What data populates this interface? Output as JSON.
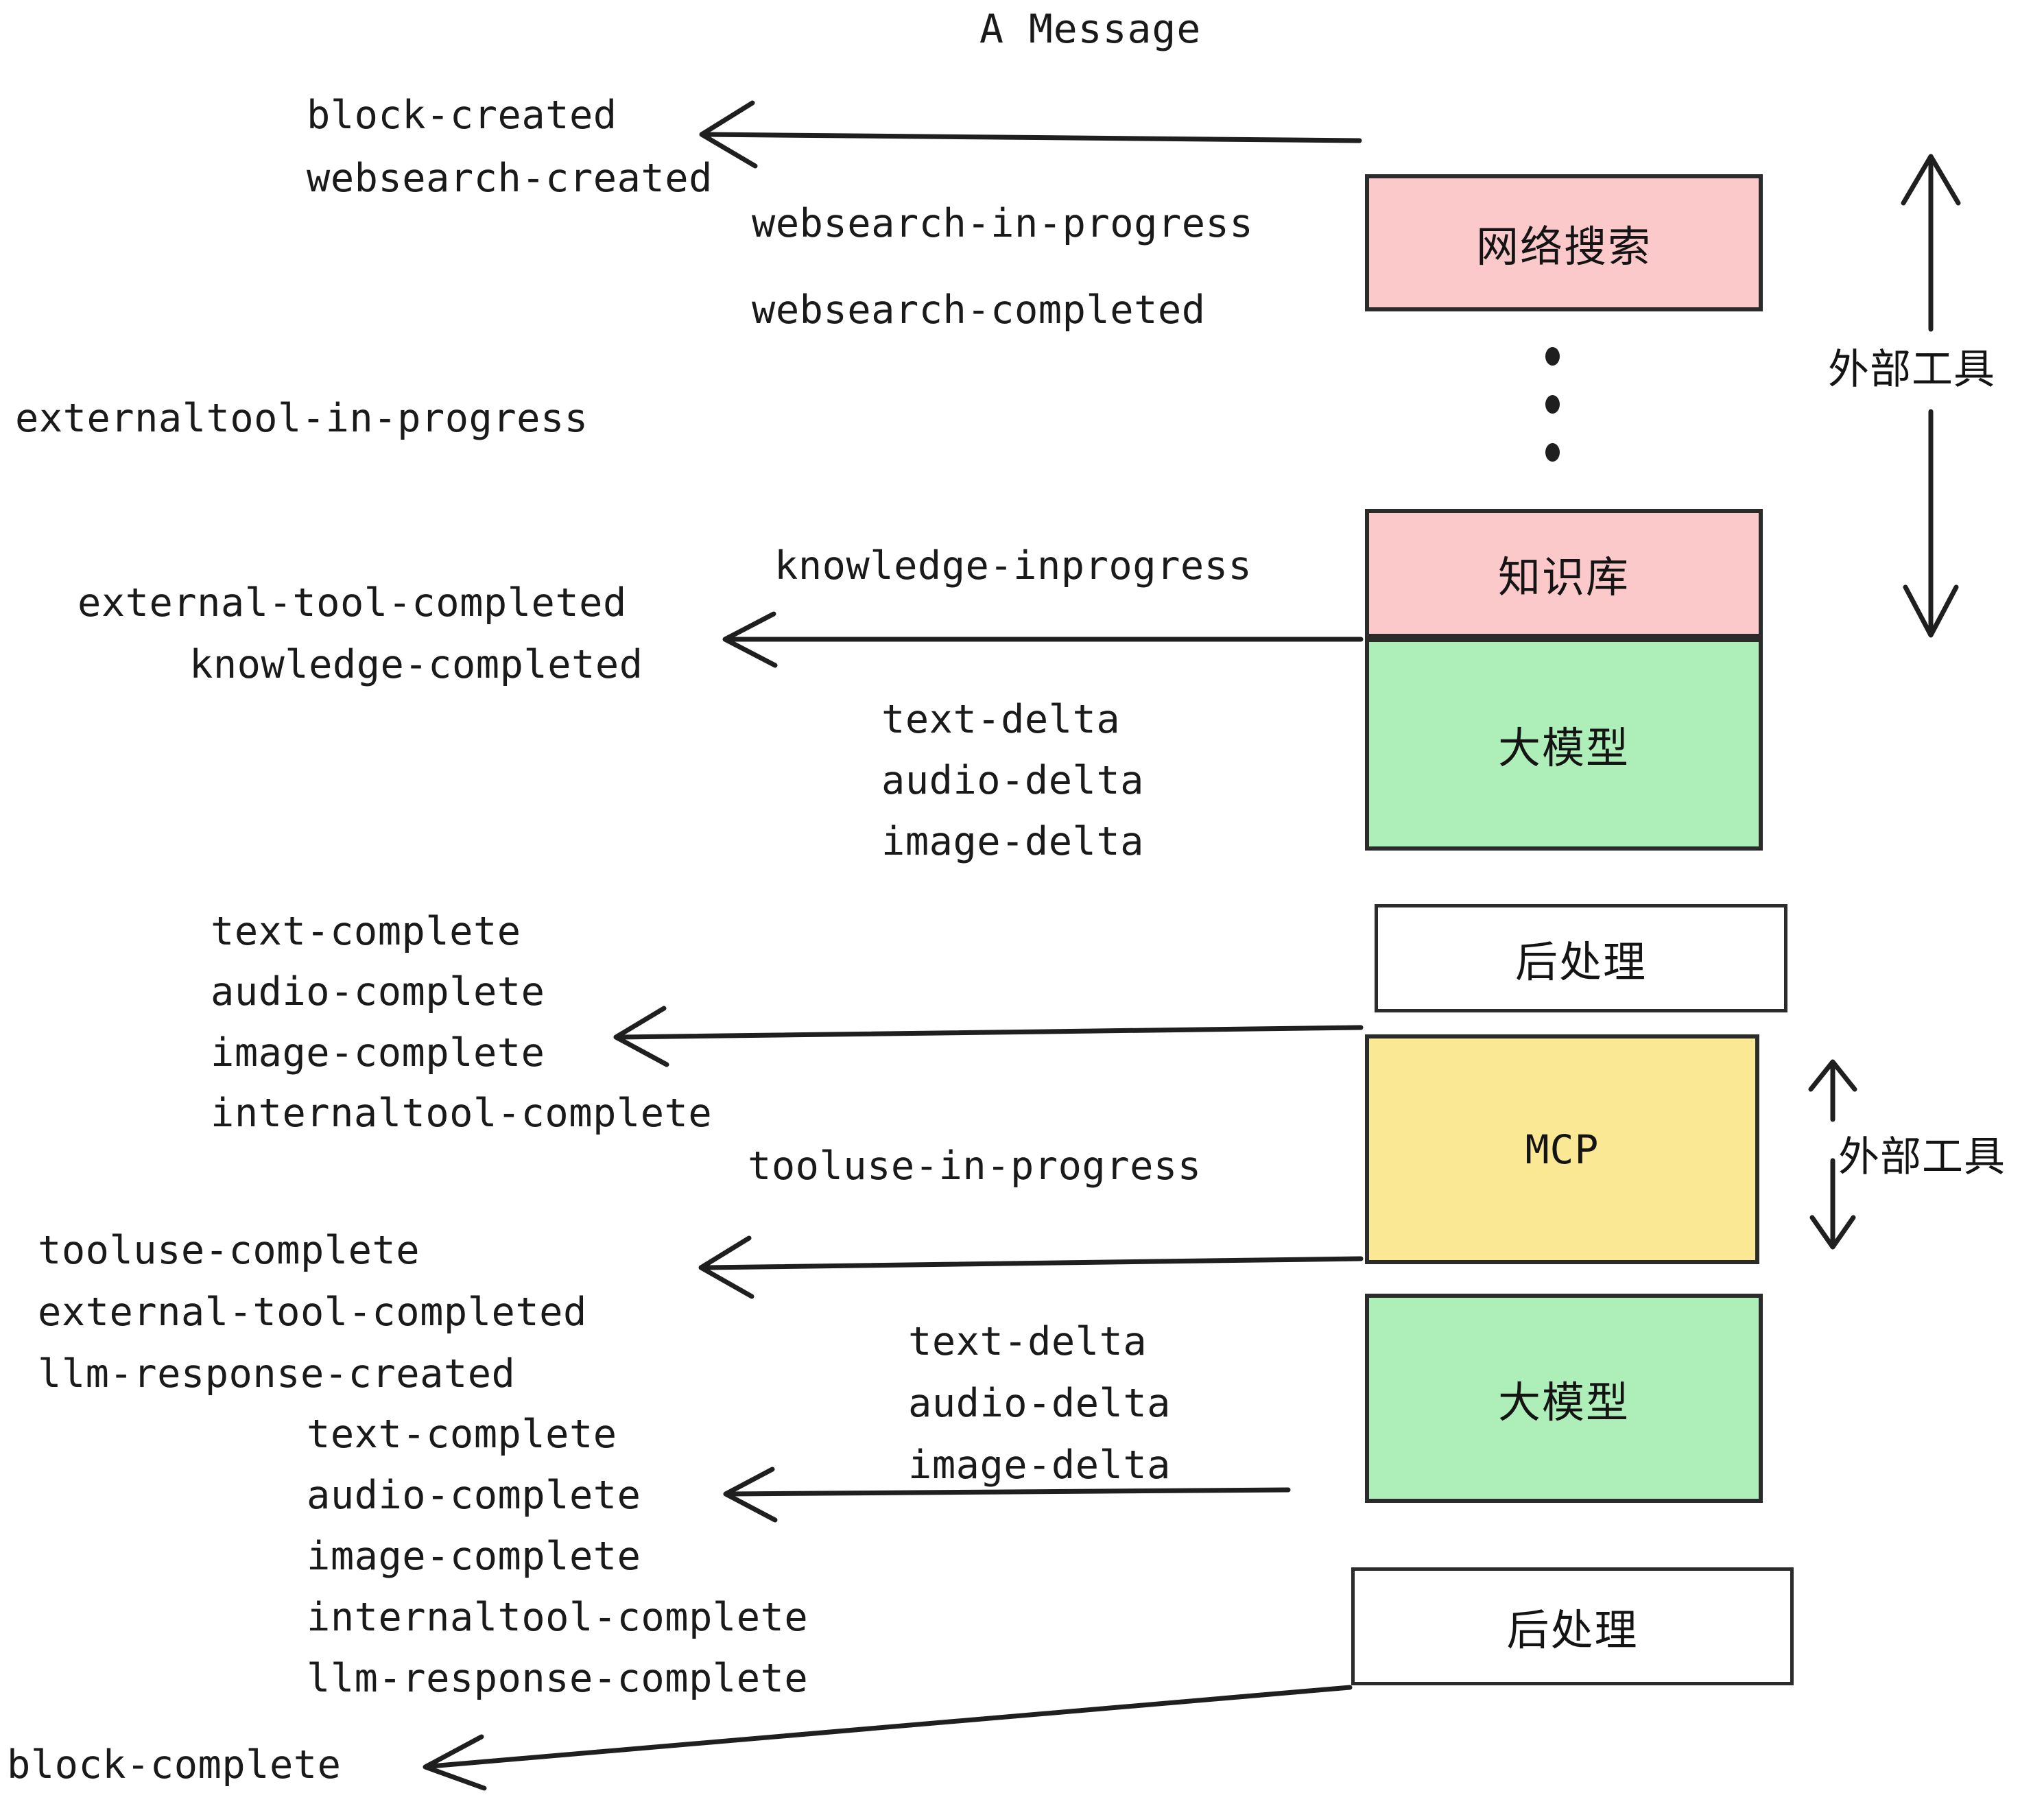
{
  "diagram": {
    "title": "A Message",
    "colors": {
      "pink": "#fbc9c9",
      "green": "#aeeeb9",
      "yellow": "#fae894",
      "white": "#ffffff",
      "stroke": "#2b2b2b",
      "text": "#1a1a1a",
      "background": "#ffffff"
    },
    "boxes": [
      {
        "id": "websearch",
        "label": "网络搜索",
        "fill": "pink"
      },
      {
        "id": "knowledge",
        "label": "知识库",
        "fill": "pink"
      },
      {
        "id": "llm-1",
        "label": "大模型",
        "fill": "green"
      },
      {
        "id": "postprocess-1",
        "label": "后处理",
        "fill": "white"
      },
      {
        "id": "mcp",
        "label": "MCP",
        "fill": "yellow"
      },
      {
        "id": "llm-2",
        "label": "大模型",
        "fill": "green"
      },
      {
        "id": "postprocess-2",
        "label": "后处理",
        "fill": "white"
      }
    ],
    "side_labels": [
      {
        "id": "external-tools-top",
        "label": "外部工具"
      },
      {
        "id": "external-tools-bottom",
        "label": "外部工具"
      }
    ],
    "events": [
      {
        "id": "e01",
        "text": "block-created"
      },
      {
        "id": "e02",
        "text": "websearch-created"
      },
      {
        "id": "e03",
        "text": "websearch-in-progress"
      },
      {
        "id": "e04",
        "text": "websearch-completed"
      },
      {
        "id": "e05",
        "text": "externaltool-in-progress"
      },
      {
        "id": "e06",
        "text": "knowledge-inprogress"
      },
      {
        "id": "e07",
        "text": "external-tool-completed"
      },
      {
        "id": "e08",
        "text": "knowledge-completed"
      },
      {
        "id": "e09",
        "text": "text-delta"
      },
      {
        "id": "e10",
        "text": "audio-delta"
      },
      {
        "id": "e11",
        "text": "image-delta"
      },
      {
        "id": "e12",
        "text": "text-complete"
      },
      {
        "id": "e13",
        "text": "audio-complete"
      },
      {
        "id": "e14",
        "text": "image-complete"
      },
      {
        "id": "e15",
        "text": "internaltool-complete"
      },
      {
        "id": "e16",
        "text": "tooluse-in-progress"
      },
      {
        "id": "e17",
        "text": "tooluse-complete"
      },
      {
        "id": "e18",
        "text": "external-tool-completed"
      },
      {
        "id": "e19",
        "text": "llm-response-created"
      },
      {
        "id": "e20",
        "text": "text-complete"
      },
      {
        "id": "e21",
        "text": "audio-complete"
      },
      {
        "id": "e22",
        "text": "image-complete"
      },
      {
        "id": "e23",
        "text": "internaltool-complete"
      },
      {
        "id": "e24",
        "text": "llm-response-complete"
      },
      {
        "id": "e25",
        "text": "text-delta"
      },
      {
        "id": "e26",
        "text": "audio-delta"
      },
      {
        "id": "e27",
        "text": "image-delta"
      },
      {
        "id": "e28",
        "text": "block-complete"
      }
    ]
  }
}
